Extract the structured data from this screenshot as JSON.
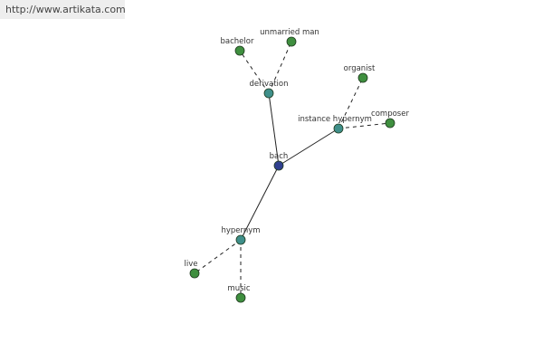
{
  "watermark": {
    "text": "http://www.artikata.com"
  },
  "graph": {
    "nodes": [
      {
        "id": "bach",
        "label": "bach",
        "type": "root"
      },
      {
        "id": "derivation",
        "label": "derivation",
        "type": "relation"
      },
      {
        "id": "instance_hypernym",
        "label": "instance hypernym",
        "type": "relation"
      },
      {
        "id": "hypernym",
        "label": "hypernym",
        "type": "relation"
      },
      {
        "id": "bachelor",
        "label": "bachelor",
        "type": "word"
      },
      {
        "id": "unmarried_man",
        "label": "unmarried man",
        "type": "word"
      },
      {
        "id": "organist",
        "label": "organist",
        "type": "word"
      },
      {
        "id": "composer",
        "label": "composer",
        "type": "word"
      },
      {
        "id": "live",
        "label": "live",
        "type": "word"
      },
      {
        "id": "music",
        "label": "music",
        "type": "word"
      }
    ],
    "edges": [
      {
        "from": "bach",
        "to": "derivation",
        "style": "solid"
      },
      {
        "from": "bach",
        "to": "instance_hypernym",
        "style": "solid"
      },
      {
        "from": "bach",
        "to": "hypernym",
        "style": "solid"
      },
      {
        "from": "derivation",
        "to": "bachelor",
        "style": "dashed"
      },
      {
        "from": "derivation",
        "to": "unmarried_man",
        "style": "dashed"
      },
      {
        "from": "instance_hypernym",
        "to": "organist",
        "style": "dashed"
      },
      {
        "from": "instance_hypernym",
        "to": "composer",
        "style": "dashed"
      },
      {
        "from": "hypernym",
        "to": "live",
        "style": "dashed"
      },
      {
        "from": "hypernym",
        "to": "music",
        "style": "dashed"
      }
    ],
    "colors": {
      "root": "#2f3f8f",
      "relation": "#3f8f8a",
      "word": "#3f8f3f"
    }
  }
}
